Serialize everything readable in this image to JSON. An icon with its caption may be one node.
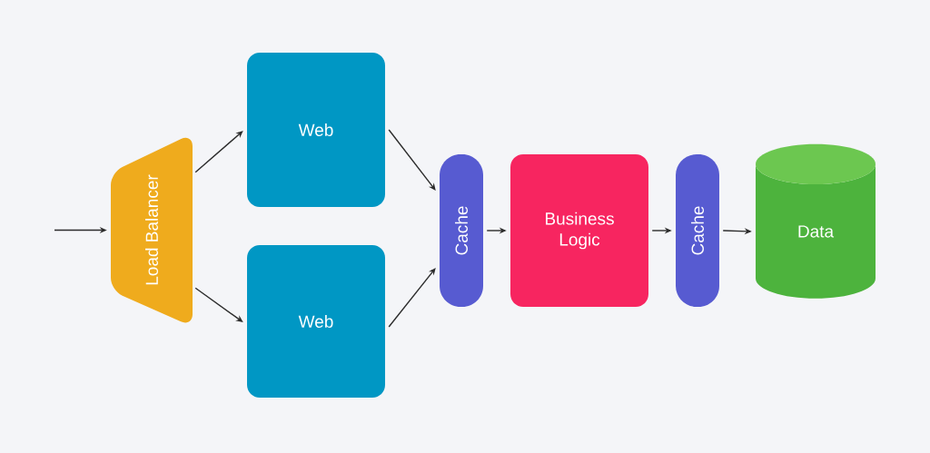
{
  "diagram": {
    "nodes": [
      {
        "text": [
          "Load Balancer"
        ]
      },
      {
        "text": [
          "Web"
        ]
      },
      {
        "text": [
          "Web"
        ]
      },
      {
        "text": [
          "Cache"
        ]
      },
      {
        "text": [
          "Business Logic"
        ]
      },
      {
        "text": [
          "Cache"
        ]
      },
      {
        "text": [
          "Data"
        ]
      }
    ],
    "edges": [
      {
        "from": null,
        "to": 0,
        "arrow": "to"
      },
      {
        "from": 0,
        "to": 1,
        "arrow": "to"
      },
      {
        "from": 0,
        "to": 2,
        "arrow": "to"
      },
      {
        "from": 1,
        "to": 3,
        "arrow": "to"
      },
      {
        "from": 2,
        "to": 3,
        "arrow": "to"
      },
      {
        "from": 3,
        "to": 4,
        "arrow": "to"
      },
      {
        "from": 4,
        "to": 5,
        "arrow": "to"
      },
      {
        "from": 5,
        "to": 6,
        "arrow": "to"
      }
    ]
  }
}
